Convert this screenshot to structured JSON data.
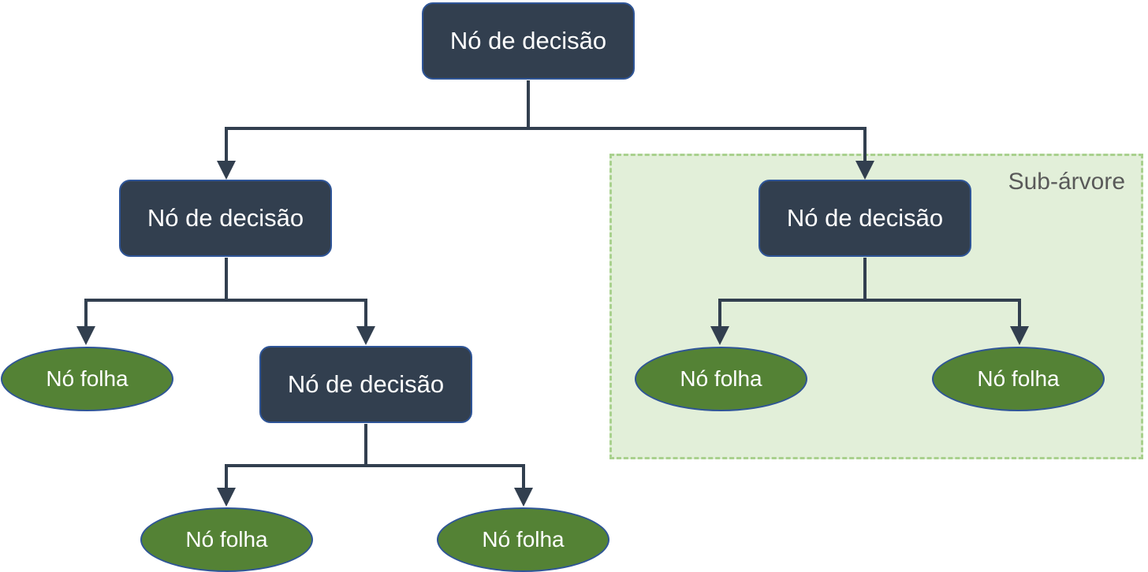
{
  "nodes": {
    "root": {
      "label": "Nó de decisão"
    },
    "left_decision": {
      "label": "Nó de decisão"
    },
    "right_decision": {
      "label": "Nó de decisão"
    },
    "left_left_leaf": {
      "label": "Nó folha"
    },
    "left_inner_decision": {
      "label": "Nó de decisão"
    },
    "inner_left_leaf": {
      "label": "Nó folha"
    },
    "inner_right_leaf": {
      "label": "Nó folha"
    },
    "right_left_leaf": {
      "label": "Nó folha"
    },
    "right_right_leaf": {
      "label": "Nó folha"
    }
  },
  "subtree": {
    "label": "Sub-árvore"
  },
  "colors": {
    "decision_fill": "#323f4f",
    "leaf_fill": "#548235",
    "node_border": "#2f5597",
    "connector": "#323f4f",
    "subtree_fill": "#e2efd9",
    "subtree_border": "#a9d18e",
    "subtree_text": "#595959"
  }
}
